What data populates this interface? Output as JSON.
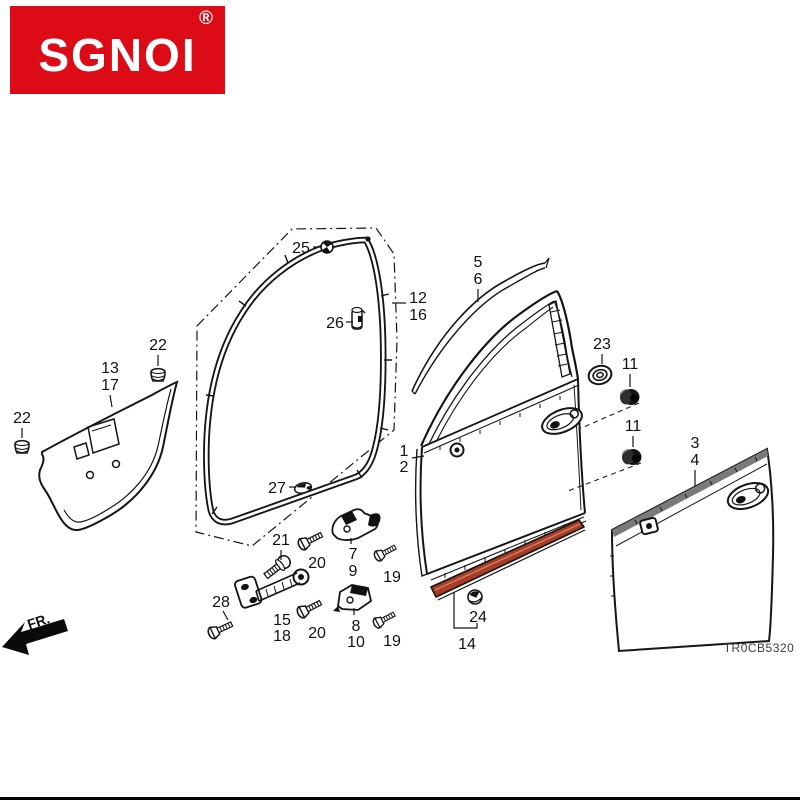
{
  "logo": {
    "text": "SGNOI",
    "registered": "®",
    "background": "#dd0b16",
    "text_color": "#ffffff"
  },
  "diagram": {
    "part_code": "TR0CB5320",
    "fr_label": "FR.",
    "colors": {
      "line": "#151515",
      "molding_red": "#a93c22",
      "logo_red": "#dd0b16"
    },
    "labels": {
      "n1": "1",
      "n2": "2",
      "n3": "3",
      "n4": "4",
      "n5": "5",
      "n6": "6",
      "n7": "7",
      "n8": "8",
      "n9": "9",
      "n10": "10",
      "n11": "11",
      "n12": "12",
      "n13": "13",
      "n14": "14",
      "n15": "15",
      "n16": "16",
      "n17": "17",
      "n18": "18",
      "n19": "19",
      "n20": "20",
      "n21": "21",
      "n22": "22",
      "n23": "23",
      "n24": "24",
      "n25": "25",
      "n26": "26",
      "n27": "27",
      "n28": "28"
    }
  }
}
